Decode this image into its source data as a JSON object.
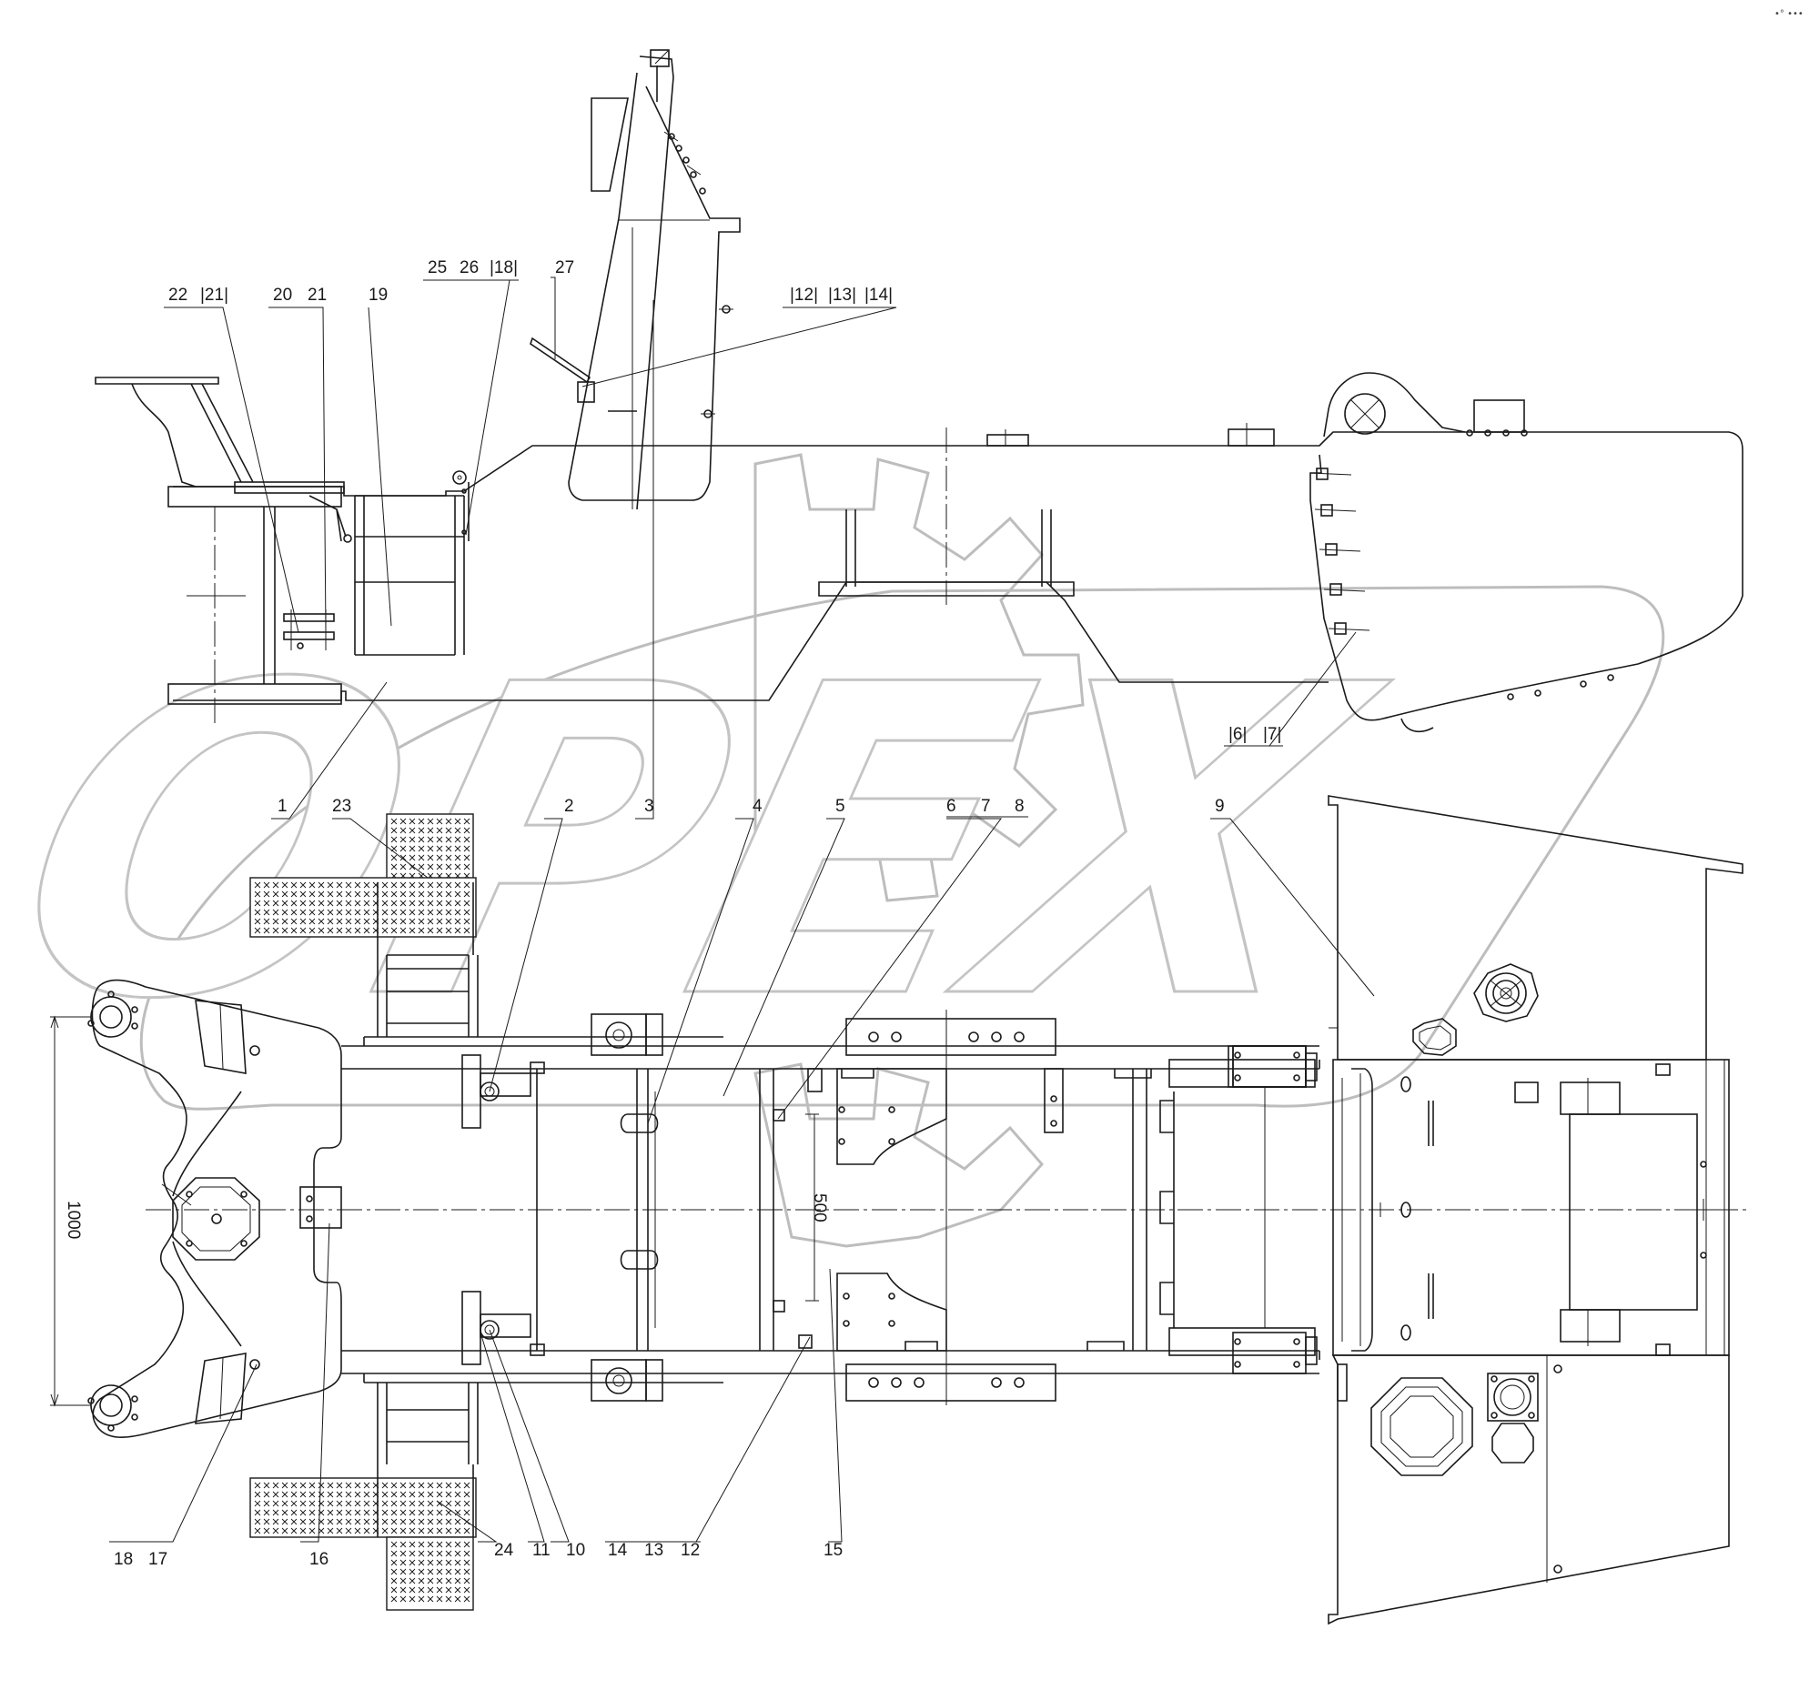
{
  "drawing": {
    "callouts": {
      "c1": "1",
      "c2": "2",
      "c3": "3",
      "c4": "4",
      "c5": "5",
      "c6": "6",
      "c7": "7",
      "c8": "8",
      "c9": "9",
      "c10": "10",
      "c11": "11",
      "c12": "12",
      "c13": "13",
      "c14": "14",
      "c15": "15",
      "c16": "16",
      "c17": "17",
      "c18": "18",
      "c19": "19",
      "c20": "20",
      "c21": "21",
      "c22": "22",
      "c23": "23",
      "c24": "24",
      "c25": "25",
      "c26": "26",
      "c27": "27",
      "h6": "|6|",
      "h7": "|7|",
      "h12": "|12|",
      "h13": "|13|",
      "h14": "|14|",
      "h18": "|18|",
      "h21": "|21|"
    },
    "dimensions": {
      "width_1000": "1000",
      "dim_500": "500"
    },
    "watermark": {
      "text": "OPEX"
    },
    "corner_mark": "•° •••"
  }
}
